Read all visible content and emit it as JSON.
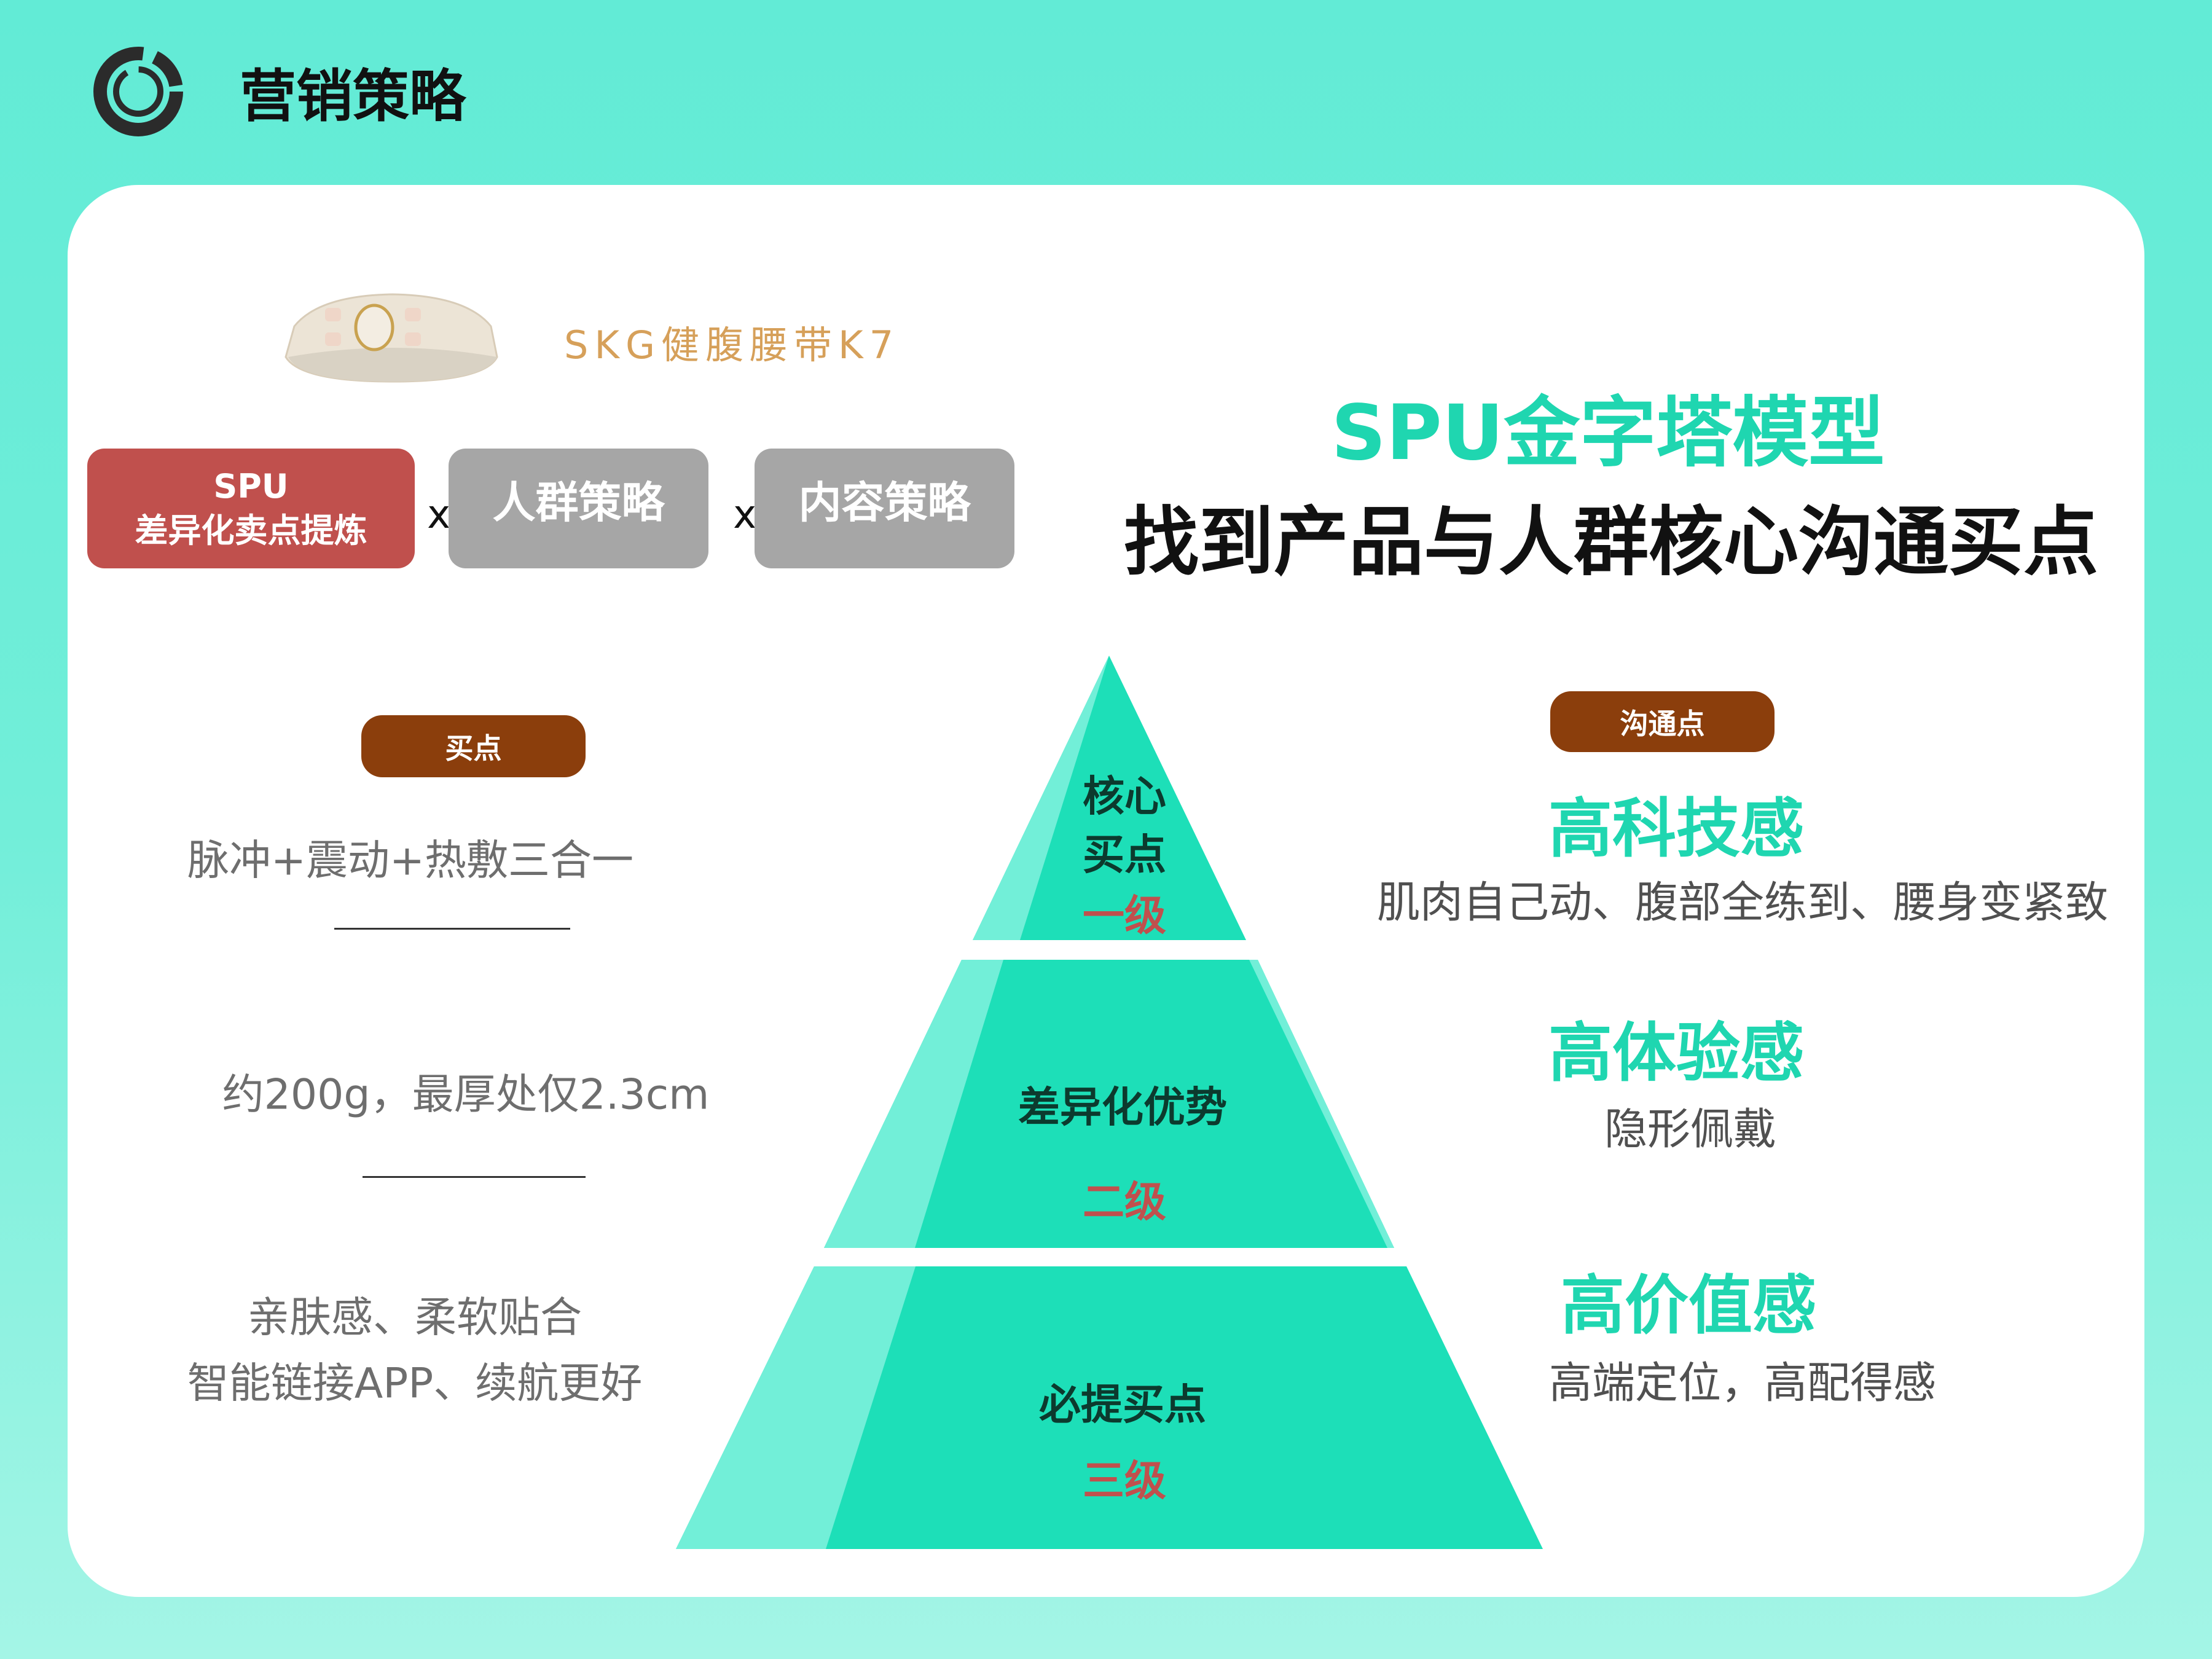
{
  "header": {
    "title": "营销策略",
    "logo_icon": "ring-logo-icon"
  },
  "product": {
    "name": "SKG健腹腰带K7",
    "image_icon": "waist-belt-product-image"
  },
  "formula": {
    "spu_line1": "SPU",
    "spu_line2": "差异化卖点提炼",
    "times1": "x",
    "crowd": "人群策略",
    "times2": "x",
    "content": "内容策略"
  },
  "headline": {
    "title": "SPU金字塔模型",
    "subtitle": "找到产品与人群核心沟通买点"
  },
  "left": {
    "badge": "买点",
    "items": [
      "脉冲+震动+热敷三合一",
      "约200g，最厚处仅2.3cm",
      "亲肤感、柔软贴合",
      "智能链接APP、续航更好"
    ]
  },
  "pyramid": {
    "tier1": {
      "line1": "核心",
      "line2": "买点",
      "level": "一级"
    },
    "tier2": {
      "label": "差异化优势",
      "level": "二级"
    },
    "tier3": {
      "label": "必提买点",
      "level": "三级"
    }
  },
  "right": {
    "badge": "沟通点",
    "groups": [
      {
        "title": "高科技感",
        "desc": "肌肉自己动、腹部全练到、腰身变紧致"
      },
      {
        "title": "高体验感",
        "desc": "隐形佩戴"
      },
      {
        "title": "高价值感",
        "desc": "高端定位，高配得感"
      }
    ]
  },
  "colors": {
    "teal": "#1fd6b0",
    "pyramid": "#1ddfb8",
    "pyramid_light": "#72efd8",
    "red": "#c0504d",
    "brown": "#8b3e0c",
    "gray": "#a6a6a6"
  }
}
